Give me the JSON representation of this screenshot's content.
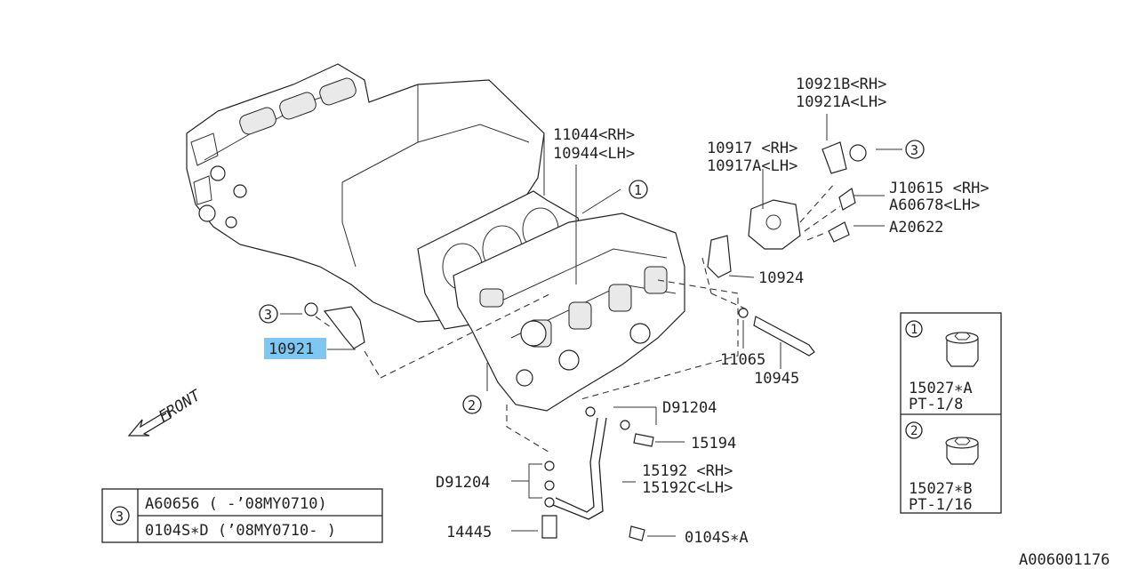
{
  "labels": {
    "p11044": "11044<RH>",
    "p10944": "10944<LH>",
    "p10921B": "10921B<RH>",
    "p10921A": "10921A<LH>",
    "p10917": "10917 <RH>",
    "p10917A": "10917A<LH>",
    "pJ10615": "J10615 <RH>",
    "pA60678": "A60678<LH>",
    "pA20622": "A20622",
    "p10924": "10924",
    "p10921": "10921",
    "p11065": "11065",
    "p10945": "10945",
    "pD91204a": "D91204",
    "p15194": "15194",
    "p15192": "15192 <RH>",
    "p15192C": "15192C<LH>",
    "pD91204b": "D91204",
    "p14445": "14445",
    "p0104S": "0104S∗A",
    "front": "FRONT",
    "code": "A006001176"
  },
  "callouts": {
    "c1": "1",
    "c2": "2",
    "c3a": "3",
    "c3b": "3"
  },
  "legend_table": {
    "ref": "3",
    "rows": [
      "A60656 ( -’08MY0710)",
      "0104S∗D (’08MY0710- )"
    ]
  },
  "inset_box": {
    "items": [
      {
        "ref": "1",
        "part": "15027∗A",
        "thread": "PT-1/8"
      },
      {
        "ref": "2",
        "part": "15027∗B",
        "thread": "PT-1/16"
      }
    ]
  },
  "highlight_color": "#7fc7f2"
}
